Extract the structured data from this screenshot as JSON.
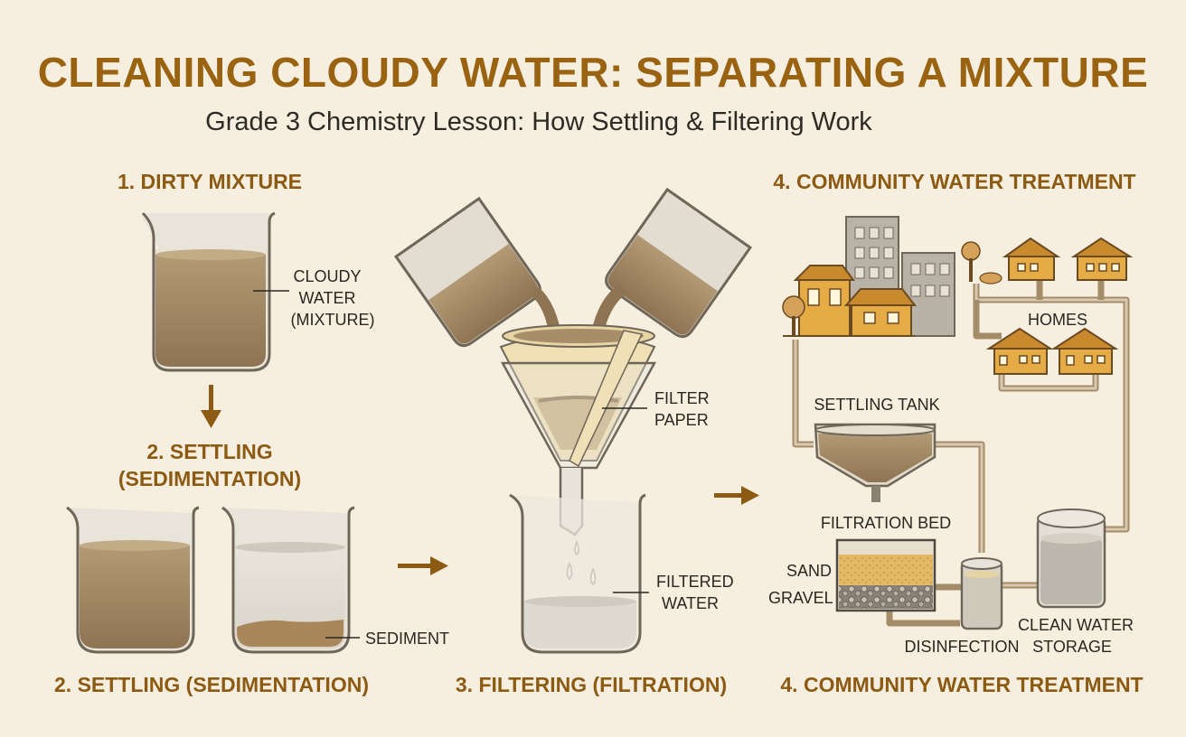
{
  "title": "CLEANING CLOUDY WATER: SEPARATING A MIXTURE",
  "subtitle": "Grade 3 Chemistry Lesson: How Settling & Filtering Work",
  "steps": {
    "dirty_mixture": "1. DIRTY MIXTURE",
    "settling_top_line1": "2. SETTLING",
    "settling_top_line2": "(SEDIMENTATION)",
    "settling_bottom": "2. SETTLING (SEDIMENTATION)",
    "filtering": "3. FILTERING (FILTRATION)",
    "community_top": "4. COMMUNITY WATER TREATMENT",
    "community_bottom": "4. COMMUNITY WATER TREATMENT"
  },
  "labels": {
    "cloudy_1": "CLOUDY",
    "cloudy_2": "WATER",
    "cloudy_3": "(MIXTURE)",
    "sediment": "SEDIMENT",
    "filter_paper_1": "FILTER",
    "filter_paper_2": "PAPER",
    "filtered_1": "FILTERED",
    "filtered_2": "WATER",
    "homes": "HOMES",
    "settling_tank": "SETTLING TANK",
    "filtration_bed": "FILTRATION BED",
    "sand": "SAND",
    "gravel": "GRAVEL",
    "disinfection": "DISINFECTION",
    "clean_1": "CLEAN WATER",
    "clean_2": "STORAGE"
  },
  "colors": {
    "muddy_water": "#a88d6a",
    "title_brown": "#9a6312",
    "background": "#f6efdf",
    "house_yellow": "#e5ab45"
  }
}
